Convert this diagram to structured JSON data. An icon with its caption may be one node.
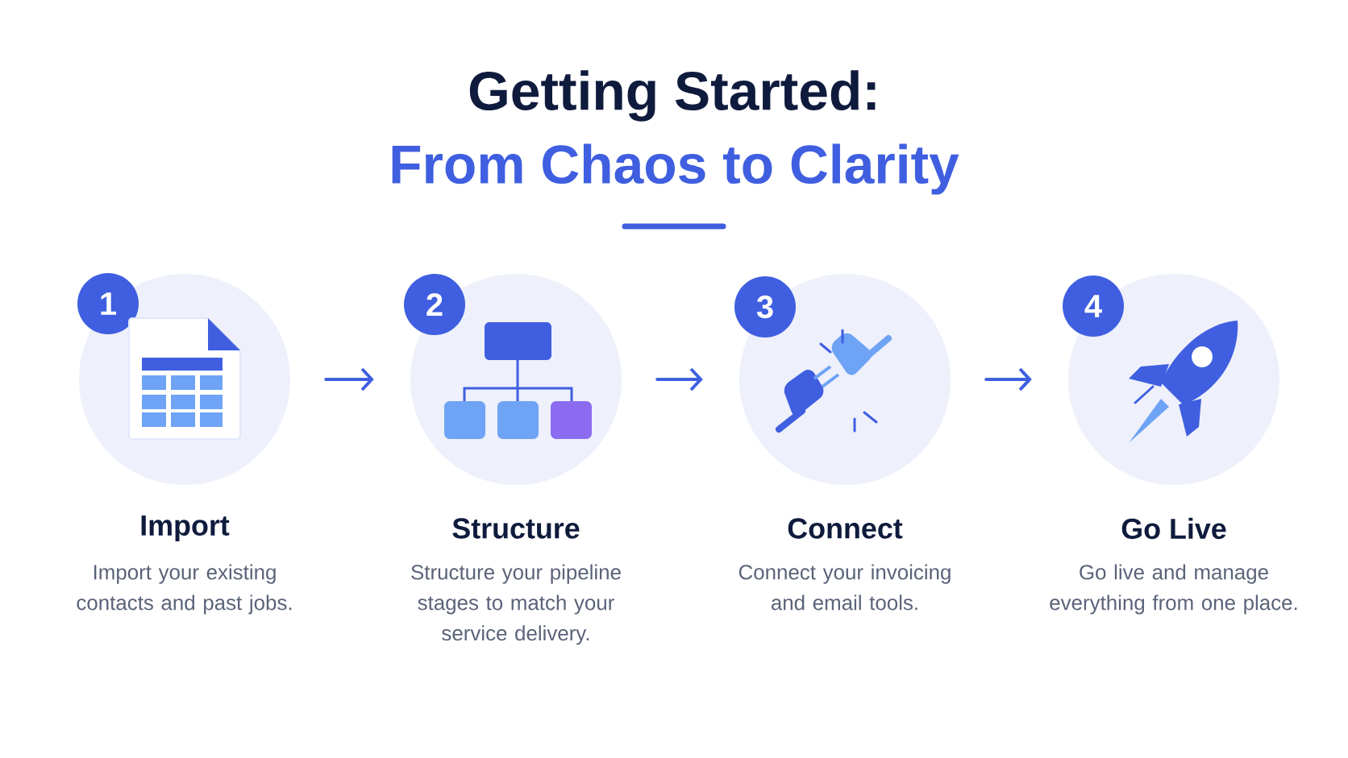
{
  "diagram": {
    "title": "Getting Started:",
    "nodes": [
      {
        "text": [
          "Import",
          "Import your existing contacts and past jobs."
        ]
      },
      {
        "text": [
          "Structure",
          "Structure your pipeline stages to match your service delivery."
        ]
      },
      {
        "text": [
          "Connect",
          "Connect your invoicing and email tools."
        ]
      },
      {
        "text": [
          "Go Live",
          "Go live and manage everything from one place."
        ]
      },
      {
        "text": [
          "1"
        ]
      },
      {
        "text": [
          "2"
        ]
      },
      {
        "text": [
          "3"
        ]
      },
      {
        "text": [
          "4"
        ]
      }
    ],
    "edges": [
      {
        "from": 0,
        "to": 1,
        "arrow": "to"
      },
      {
        "from": 1,
        "to": 2,
        "arrow": "to"
      },
      {
        "from": 2,
        "to": 3,
        "arrow": "to"
      }
    ],
    "labels": [
      "From Chaos to Clarity"
    ]
  }
}
